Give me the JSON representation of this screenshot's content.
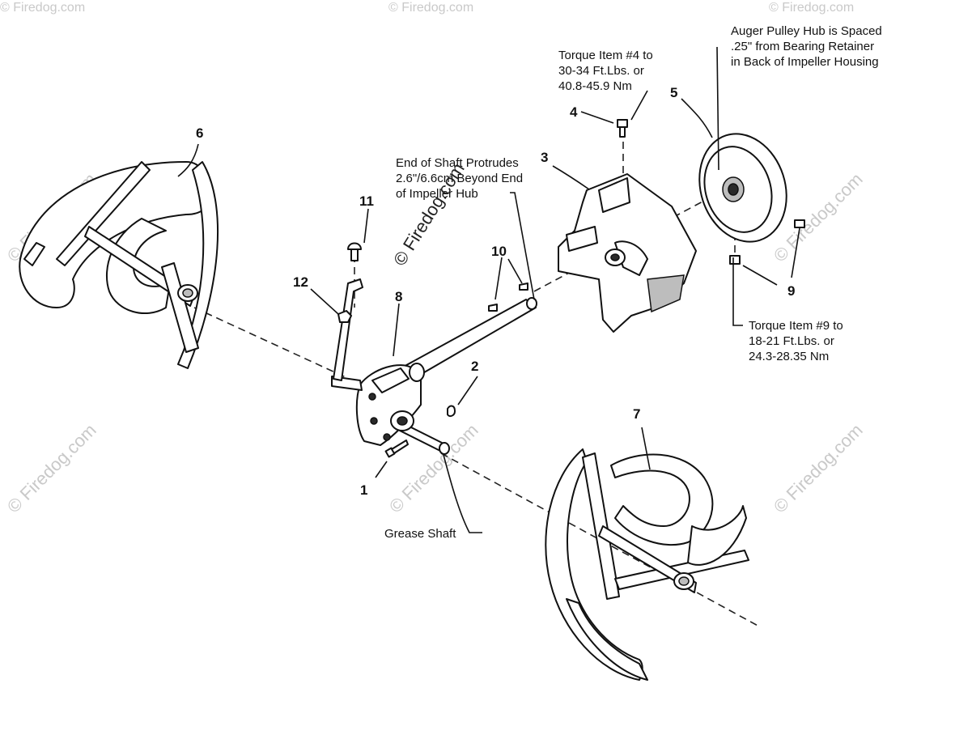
{
  "watermark": {
    "main": "© Firedog.com",
    "repeat": "© Firedog.com"
  },
  "callouts": {
    "torque4": [
      "Torque Item #4 to",
      "30-34 Ft.Lbs. or",
      "40.8-45.9 Nm"
    ],
    "pulley_hub": [
      "Auger Pulley Hub is Spaced",
      ".25\" from Bearing Retainer",
      "in Back of Impeller Housing"
    ],
    "shaft_end": [
      "End of Shaft Protrudes",
      "2.6\"/6.6cm Beyond End",
      "of Impeller Hub"
    ],
    "torque9": [
      "Torque Item #9 to",
      "18-21 Ft.Lbs. or",
      "24.3-28.35 Nm"
    ],
    "grease": "Grease Shaft"
  },
  "parts": [
    {
      "id": "1",
      "name": "bolt"
    },
    {
      "id": "2",
      "name": "grease-fitting"
    },
    {
      "id": "3",
      "name": "impeller"
    },
    {
      "id": "4",
      "name": "bolt"
    },
    {
      "id": "5",
      "name": "auger-pulley"
    },
    {
      "id": "6",
      "name": "auger-left"
    },
    {
      "id": "7",
      "name": "auger-right"
    },
    {
      "id": "8",
      "name": "gearbox-shaft"
    },
    {
      "id": "9",
      "name": "nut"
    },
    {
      "id": "10",
      "name": "woodruff-key"
    },
    {
      "id": "11",
      "name": "carriage-bolt"
    },
    {
      "id": "12",
      "name": "lock-nut"
    }
  ]
}
